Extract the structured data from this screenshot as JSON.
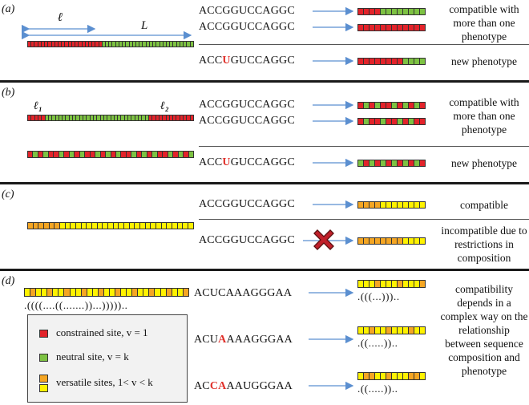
{
  "panels": {
    "a": {
      "label": "(a)",
      "ell": "ℓ",
      "L": "L",
      "seq1": "ACCGGUCCAGGC",
      "seq2": "ACCGGUCCAGGC",
      "seq3_pre": "ACC",
      "seq3_mut": "U",
      "seq3_post": "GUCCAGGC",
      "desc1": "compatible with more than one phenotype",
      "desc2": "new phenotype"
    },
    "b": {
      "label": "(b)",
      "ell1": "ℓ₁",
      "ell2": "ℓ₂",
      "seq1": "ACCGGUCCAGGC",
      "seq2": "ACCGGUCCAGGC",
      "seq3_pre": "ACC",
      "seq3_mut": "U",
      "seq3_post": "GUCCAGGC",
      "desc1": "compatible with more than one phenotype",
      "desc2": "new phenotype"
    },
    "c": {
      "label": "(c)",
      "seq1": "ACCGGUCCAGGC",
      "seq2": "ACCGGUCCAGGC",
      "desc1": "compatible",
      "desc2": "incompatible due to restrictions in composition"
    },
    "d": {
      "label": "(d)",
      "main_struct": ".((((....((.......))...)))))..",
      "seq1": "ACUCAAAGGGAA",
      "seq2_pre": "ACU",
      "seq2_mut": "A",
      "seq2_post": "AAAGGGAA",
      "seq3_pre": "AC",
      "seq3_mut": "CA",
      "seq3_post": "AAUGGGAA",
      "struct1": ".(((...)))..",
      "struct2": ".((.....))..",
      "struct3": ".((.....))..",
      "desc": "compatibility depends in a complex way on the relationship between sequence composition and phenotype"
    }
  },
  "legend": {
    "constrained": "constrained site, v = 1",
    "neutral": "neutral site, v = k",
    "versatile": "versatile sites, 1< v < k"
  },
  "colors": {
    "constrained": "#e3232a",
    "neutral": "#7dc242",
    "versatile_yellow": "#fff200",
    "versatile_orange": "#f5a623",
    "arrow": "#5b8fd0",
    "cross": "#c0202a"
  }
}
